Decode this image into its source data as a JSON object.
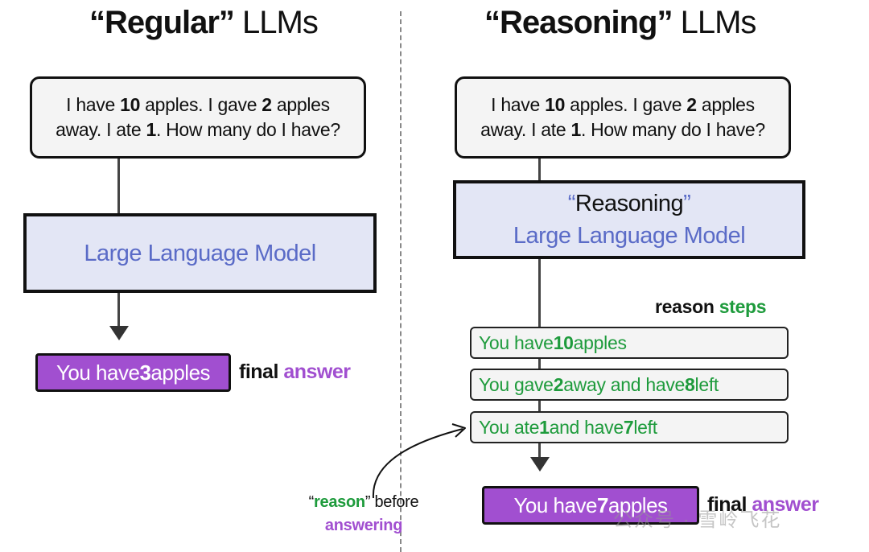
{
  "left": {
    "title_quoted": "“Regular”",
    "title_rest": " LLMs",
    "question": {
      "l1_a": "I have ",
      "l1_b": "10",
      "l1_c": " apples. I gave ",
      "l1_d": "2",
      "l1_e": " apples",
      "l2_a": "away. I ate ",
      "l2_b": "1",
      "l2_c": ". How many do I have?"
    },
    "model_label": "Large Language Model",
    "answer": {
      "a": "You have ",
      "b": "3",
      "c": " apples"
    },
    "final_label": {
      "a": "final ",
      "b": "answer"
    }
  },
  "right": {
    "title_quoted": "“Reasoning”",
    "title_rest": " LLMs",
    "question": {
      "l1_a": "I have ",
      "l1_b": "10",
      "l1_c": " apples. I gave ",
      "l1_d": "2",
      "l1_e": " apples",
      "l2_a": "away. I ate ",
      "l2_b": "1",
      "l2_c": ". How many do I have?"
    },
    "model_title": {
      "open": "“",
      "word": "Reasoning",
      "close": "”"
    },
    "model_label": "Large Language Model",
    "steps_title": {
      "a": "reason ",
      "b": "steps"
    },
    "steps": [
      {
        "a": "You have ",
        "b": "10",
        "c": " apples",
        "d": "",
        "e": ""
      },
      {
        "a": "You gave ",
        "b": "2",
        "c": " away and have ",
        "d": "8",
        "e": " left"
      },
      {
        "a": "You ate ",
        "b": "1",
        "c": " and have ",
        "d": "7",
        "e": " left"
      }
    ],
    "answer": {
      "a": "You have ",
      "b": "7",
      "c": " apples"
    },
    "final_label": {
      "a": "final ",
      "b": "answer"
    }
  },
  "note": {
    "q_open": "“",
    "reason": "reason",
    "q_close": "”",
    "before": " before",
    "answering": "answering"
  },
  "watermark": "公众号 · 雪岭飞花",
  "colors": {
    "model_fill": "#e3e6f5",
    "model_text": "#5a6bc7",
    "answer_purple": "#a14fd0",
    "step_green": "#1e9b3c"
  }
}
